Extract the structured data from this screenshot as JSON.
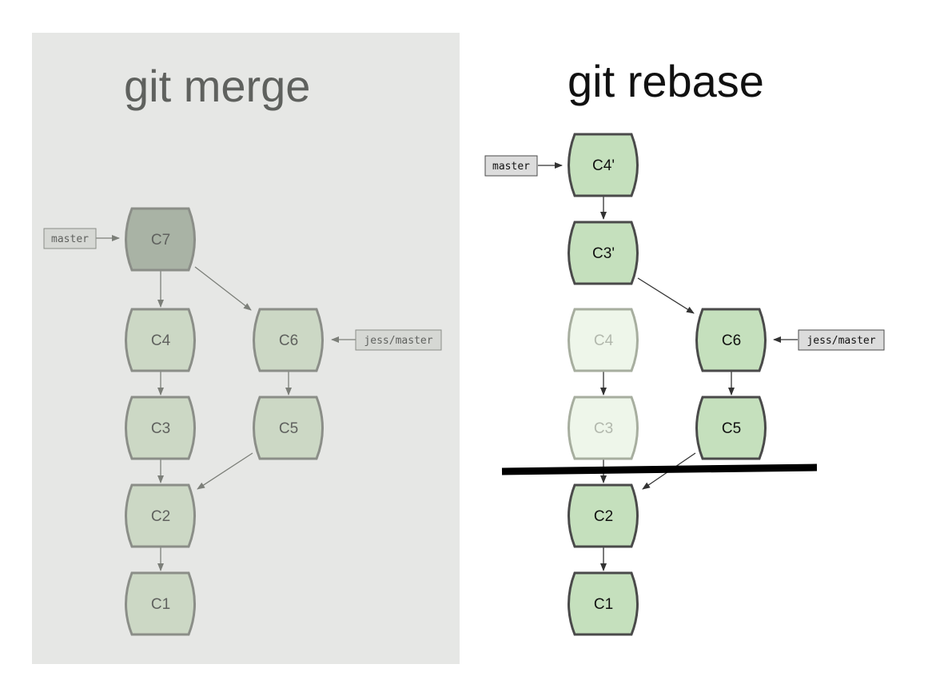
{
  "merge": {
    "title": "git merge",
    "commits": [
      "C7",
      "C4",
      "C6",
      "C3",
      "C5",
      "C2",
      "C1"
    ],
    "refs": {
      "master": "master",
      "jess_master": "jess/master"
    }
  },
  "rebase": {
    "title": "git rebase",
    "commits": [
      "C4'",
      "C3'",
      "C4",
      "C6",
      "C3",
      "C5",
      "C2",
      "C1"
    ],
    "refs": {
      "master": "master",
      "jess_master": "jess/master"
    }
  },
  "colors": {
    "merge_panel_bg": "#e6e7e5",
    "merge_node_fill": "#ccd8c5",
    "merge_node_stroke": "#8b8e88",
    "merge_head_fill": "#a9b3a5",
    "rebase_node_fill": "#c5e0bd",
    "rebase_node_stroke": "#4a4a4a",
    "rebase_faded_fill": "#eef6ea",
    "rebase_faded_stroke": "#a7ae9f",
    "cut_line": "#000000"
  }
}
